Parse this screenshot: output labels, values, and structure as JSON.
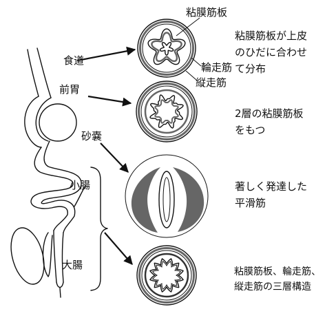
{
  "figure": {
    "organ_labels": {
      "esophagus": "食道",
      "proventriculus": "前胃",
      "gizzard": "砂嚢",
      "small_intestine": "小腸",
      "large_intestine": "大腸"
    },
    "layer_labels": {
      "muscularis_mucosae": "粘膜筋板",
      "circular_muscle": "輪走筋",
      "longitudinal_muscle": "縦走筋"
    },
    "descriptions": {
      "esophagus": [
        "粘膜筋板が上皮",
        "のひだに合わせ",
        "て分布"
      ],
      "proventriculus": [
        "2層の粘膜筋板",
        "をもつ"
      ],
      "gizzard": [
        "著しく発達した",
        "平滑筋"
      ],
      "intestine": [
        "粘膜筋板、輪走筋、",
        "縦走筋の三層構造"
      ]
    }
  },
  "colors": {
    "line": "#111111",
    "muscle": "#666666",
    "background": "#ffffff"
  }
}
